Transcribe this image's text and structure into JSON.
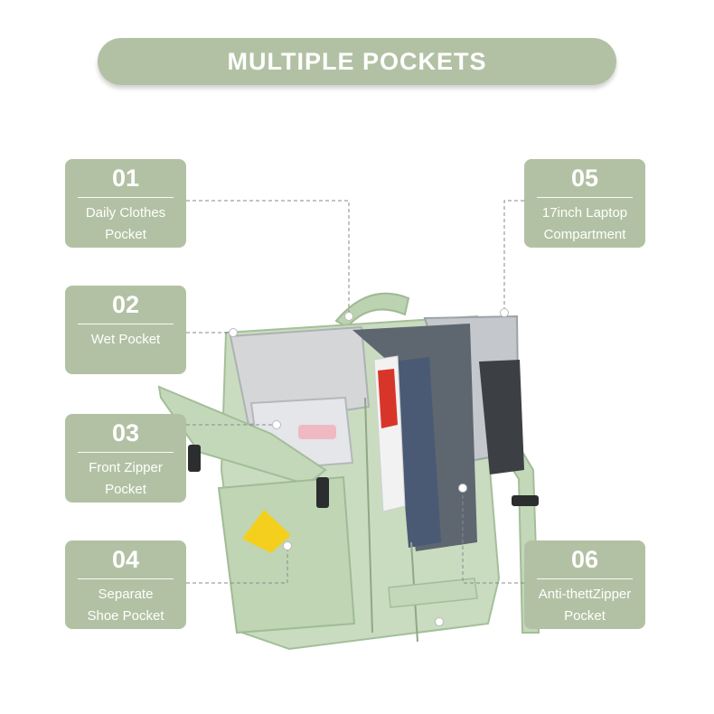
{
  "banner": {
    "title": "MULTIPLE POCKETS"
  },
  "colors": {
    "card": "#b2c1a3",
    "text": "#ffffff",
    "bag": "#c9dcc0",
    "leader": "#8a8a8a"
  },
  "pockets": [
    {
      "num": "01",
      "line1": "Daily Clothes",
      "line2": "Pocket"
    },
    {
      "num": "02",
      "line1": "Wet Pocket",
      "line2": ""
    },
    {
      "num": "03",
      "line1": "Front Zipper",
      "line2": "Pocket"
    },
    {
      "num": "04",
      "line1": "Separate",
      "line2": "Shoe Pocket"
    },
    {
      "num": "05",
      "line1": "17inch Laptop",
      "line2": "Compartment"
    },
    {
      "num": "06",
      "line1": "Anti-thettZipper",
      "line2": "Pocket"
    }
  ]
}
